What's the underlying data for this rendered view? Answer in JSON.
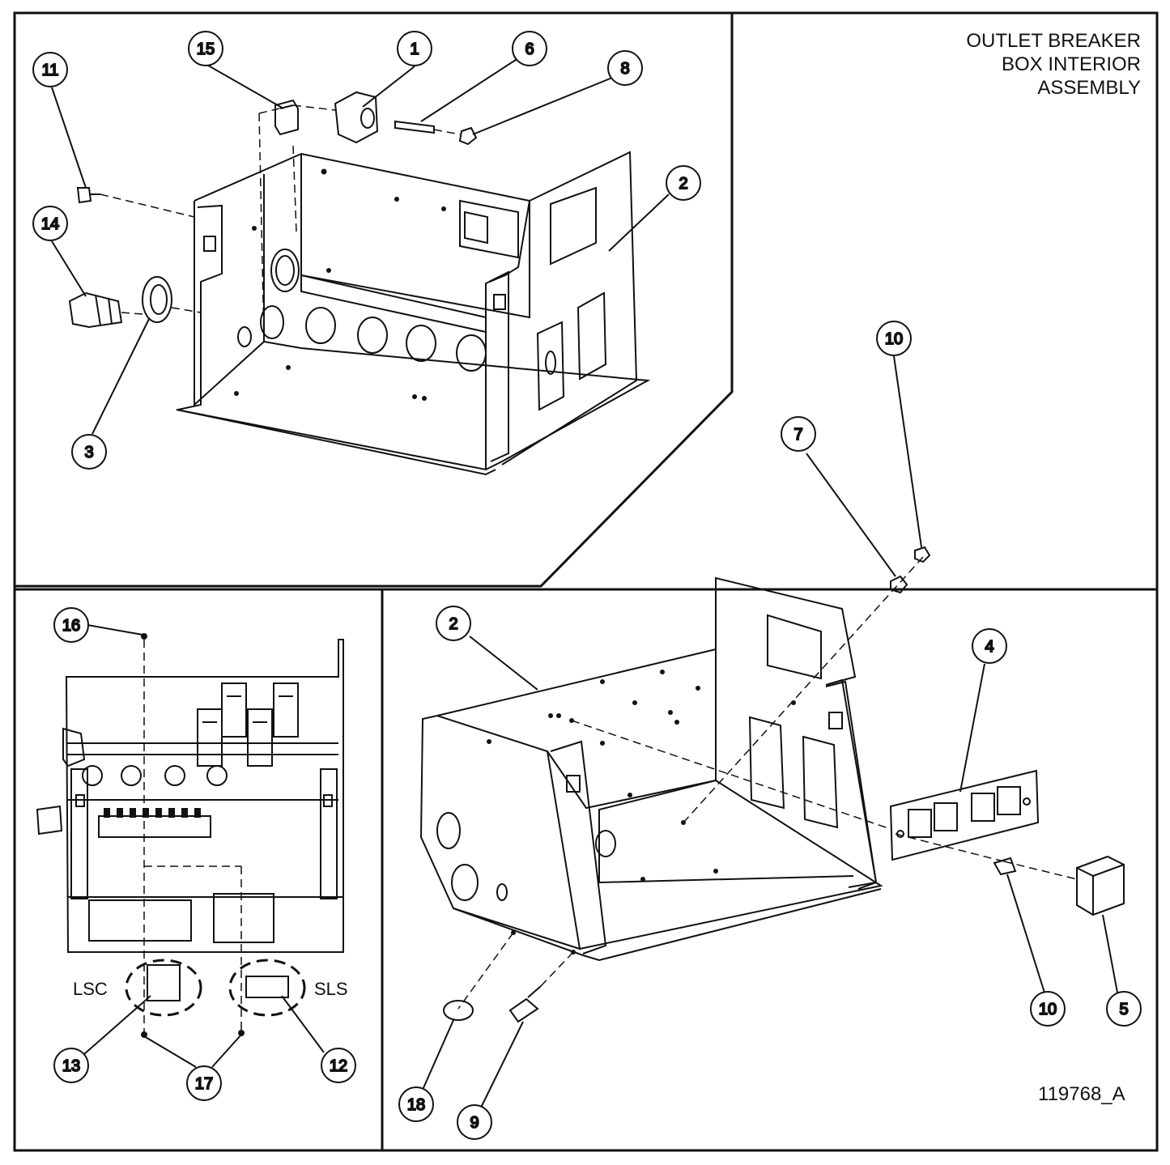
{
  "title": {
    "line1": "OUTLET BREAKER",
    "line2": "BOX INTERIOR",
    "line3": "ASSEMBLY"
  },
  "drawing_number": "119768_A",
  "callouts": {
    "c1": "1",
    "c2a": "2",
    "c2b": "2",
    "c3": "3",
    "c4": "4",
    "c5": "5",
    "c6": "6",
    "c7": "7",
    "c8": "8",
    "c9": "9",
    "c10a": "10",
    "c10b": "10",
    "c11": "11",
    "c12": "12",
    "c13": "13",
    "c14": "14",
    "c15": "15",
    "c16": "16",
    "c17": "17",
    "c18": "18"
  },
  "inset_labels": {
    "lsc": "LSC",
    "sls": "SLS"
  },
  "colors": {
    "line": "#111111",
    "background": "#ffffff"
  }
}
